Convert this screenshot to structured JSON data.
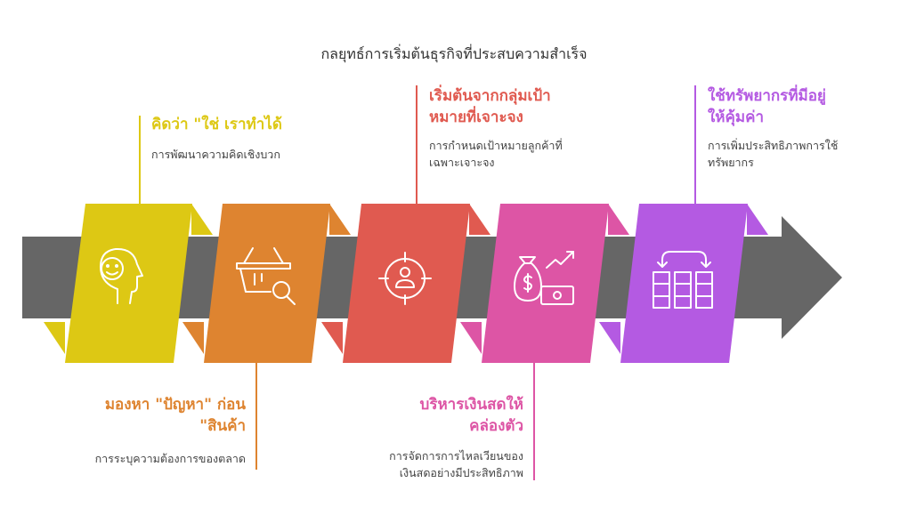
{
  "title": "กลยุทธ์การเริ่มต้นธุรกิจที่ประสบความสำเร็จ",
  "colors": {
    "arrow": "#666666",
    "step1": "#ddc814",
    "step2": "#de8430",
    "step3": "#e05a50",
    "step4": "#dd55a5",
    "step5": "#b45ae2"
  },
  "steps": [
    {
      "heading_line1": "คิดว่า \"ใช่ เราทำได้",
      "heading_line2": "",
      "desc_line1": "การพัฒนาความคิดเชิงบวก",
      "desc_line2": "",
      "icon": "positive-mind-icon"
    },
    {
      "heading_line1": "มองหา \"ปัญหา\" ก่อน",
      "heading_line2": "\"สินค้า",
      "desc_line1": "การระบุความต้องการของตลาด",
      "desc_line2": "",
      "icon": "basket-search-icon"
    },
    {
      "heading_line1": "เริ่มต้นจากกลุ่มเป้า",
      "heading_line2": "หมายที่เจาะจง",
      "desc_line1": "การกำหนดเป้าหมายลูกค้าที่",
      "desc_line2": "เฉพาะเจาะจง",
      "icon": "target-user-icon"
    },
    {
      "heading_line1": "บริหารเงินสดให้",
      "heading_line2": "คล่องตัว",
      "desc_line1": "การจัดการการไหลเวียนของ",
      "desc_line2": "เงินสดอย่างมีประสิทธิภาพ",
      "icon": "money-growth-icon"
    },
    {
      "heading_line1": "ใช้ทรัพยากรที่มีอยู่",
      "heading_line2": "ให้คุ้มค่า",
      "desc_line1": "การเพิ่มประสิทธิภาพการใช้",
      "desc_line2": "ทรัพยากร",
      "icon": "resource-grid-icon"
    }
  ]
}
